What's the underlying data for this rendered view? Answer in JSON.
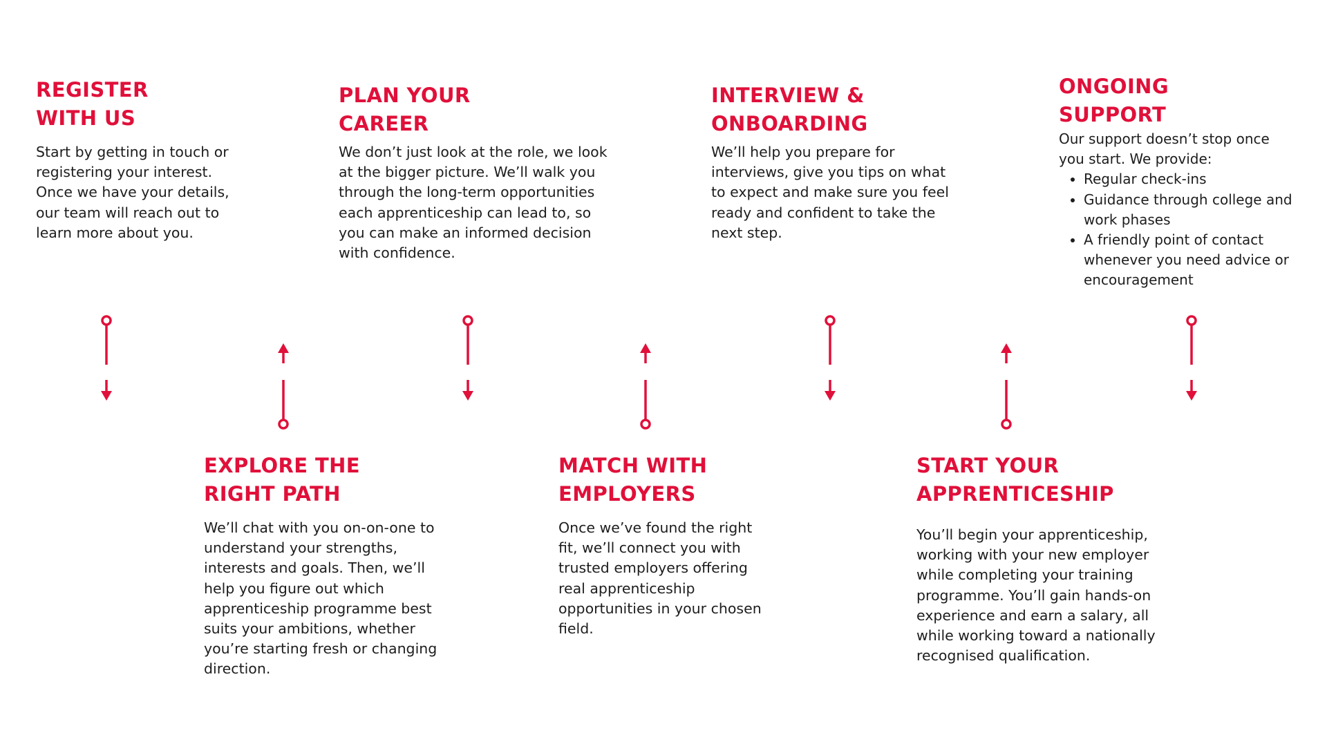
{
  "accent_color": "#e0103a",
  "steps": [
    {
      "title_line1": "REGISTER",
      "title_line2": "WITH US",
      "body": "Start by getting in touch or registering your interest. Once we have your details, our team will reach out to learn more about you."
    },
    {
      "title_line1": "EXPLORE THE",
      "title_line2": "RIGHT PATH",
      "body": "We’ll chat with you on-on-one to understand your strengths, interests and goals. Then, we’ll help you figure out which apprenticeship programme best suits your ambitions, whether you’re starting fresh or changing direction."
    },
    {
      "title_line1": "PLAN YOUR",
      "title_line2": "CAREER",
      "body": "We don’t just look at the role, we look at the bigger picture. We’ll walk you through the long-term opportunities each apprenticeship can lead to, so you can make an informed decision with confidence."
    },
    {
      "title_line1": "MATCH WITH",
      "title_line2": "EMPLOYERS",
      "body": "Once we’ve found the right fit, we’ll connect you with trusted employers offering real apprenticeship opportunities in your chosen field."
    },
    {
      "title_line1": "INTERVIEW &",
      "title_line2": "ONBOARDING",
      "body": "We’ll help you prepare for interviews, give you tips on what to expect and make sure you feel ready and confident to take the next step."
    },
    {
      "title_line1": "START YOUR",
      "title_line2": "APPRENTICESHIP",
      "body": "You’ll begin your apprenticeship, working with your new employer while completing your training programme. You’ll gain hands-on experience and earn a salary, all while working toward a nationally recognised qualification."
    },
    {
      "title_line1": "ONGOING",
      "title_line2": "SUPPORT",
      "intro": "Our support doesn’t stop once you start. We provide:",
      "bullets": [
        "Regular check-ins",
        "Guidance through college and work phases",
        "A friendly point of contact whenever you need advice or encouragement"
      ]
    }
  ],
  "connectors": [
    {
      "direction": "down",
      "icon": "arrow-down-icon"
    },
    {
      "direction": "up",
      "icon": "arrow-up-icon"
    },
    {
      "direction": "down",
      "icon": "arrow-down-icon"
    },
    {
      "direction": "up",
      "icon": "arrow-up-icon"
    },
    {
      "direction": "down",
      "icon": "arrow-down-icon"
    },
    {
      "direction": "up",
      "icon": "arrow-up-icon"
    },
    {
      "direction": "down",
      "icon": "arrow-down-icon"
    }
  ]
}
